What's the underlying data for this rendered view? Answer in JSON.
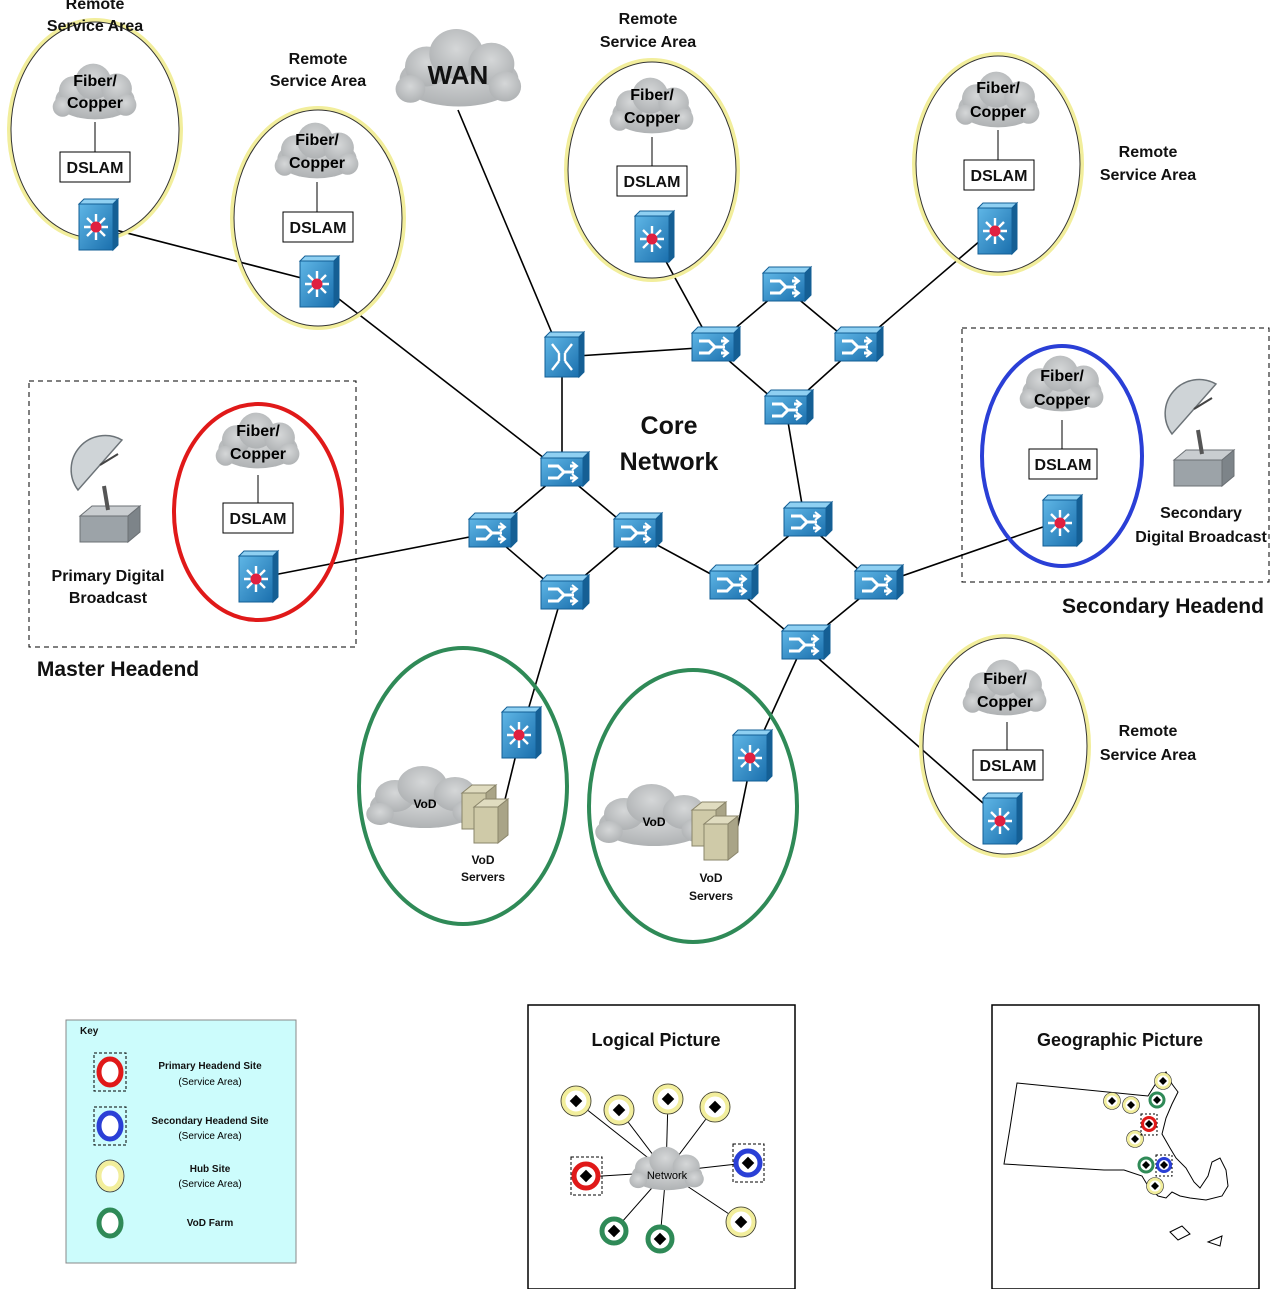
{
  "labels": {
    "wan": "WAN",
    "core_line1": "Core",
    "core_line2": "Network",
    "fiber_line1": "Fiber/",
    "fiber_line2": "Copper",
    "dslam": "DSLAM",
    "remote_line1": "Remote",
    "remote_line2": "Service Area",
    "master_headend": "Master Headend",
    "primary_broadcast_line1": "Primary Digital",
    "primary_broadcast_line2": "Broadcast",
    "secondary_headend": "Secondary Headend",
    "secondary_broadcast_line1": "Secondary",
    "secondary_broadcast_line2": "Digital Broadcast",
    "vod": "VoD",
    "vod_servers_line1": "VoD",
    "vod_servers_line2": "Servers"
  },
  "key": {
    "title": "Key",
    "items": [
      {
        "line1": "Primary Headend Site",
        "line2": "(Service Area)"
      },
      {
        "line1": "Secondary Headend Site",
        "line2": "(Service Area)"
      },
      {
        "line1": "Hub Site",
        "line2": "(Service Area)"
      },
      {
        "line1": "VoD Farm",
        "line2": ""
      }
    ]
  },
  "logical_picture": {
    "title": "Logical Picture",
    "network_label": "Network"
  },
  "geographic_picture": {
    "title": "Geographic Picture"
  },
  "colors": {
    "remote_ring": "#f2ee9c",
    "primary_ring": "#e01919",
    "secondary_ring": "#2a3fd6",
    "vod_ring": "#2f8a57",
    "switch_blue": "#1e7fc2",
    "cloud_gray": "#b9bcbe",
    "key_background": "#ccfcfc"
  }
}
